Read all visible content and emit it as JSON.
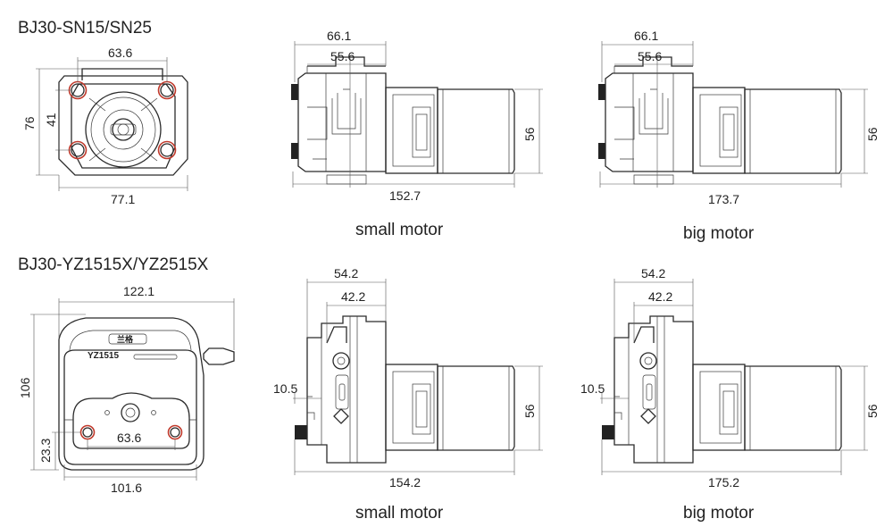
{
  "titles": {
    "top": "BJ30-SN15/SN25",
    "bottom": "BJ30-YZ1515X/YZ2515X"
  },
  "captions": {
    "small": "small motor",
    "big": "big motor"
  },
  "head_labels": {
    "brand": "兰格",
    "model": "YZ1515"
  },
  "dims": {
    "sn_front_width": "63.6",
    "sn_front_height": "76",
    "sn_front_inner_height": "41",
    "sn_front_base": "77.1",
    "sn_small_w1": "66.1",
    "sn_small_w2": "55.6",
    "sn_small_h": "56",
    "sn_small_len": "152.7",
    "sn_big_w1": "66.1",
    "sn_big_w2": "55.6",
    "sn_big_h": "56",
    "sn_big_len": "173.7",
    "yz_front_width": "122.1",
    "yz_front_height": "106",
    "yz_front_lower": "23.3",
    "yz_front_holes": "63.6",
    "yz_front_base": "101.6",
    "yz_small_w1": "54.2",
    "yz_small_w2": "42.2",
    "yz_small_off": "10.5",
    "yz_small_h": "56",
    "yz_small_len": "154.2",
    "yz_big_w1": "54.2",
    "yz_big_w2": "42.2",
    "yz_big_off": "10.5",
    "yz_big_h": "56",
    "yz_big_len": "175.2"
  }
}
